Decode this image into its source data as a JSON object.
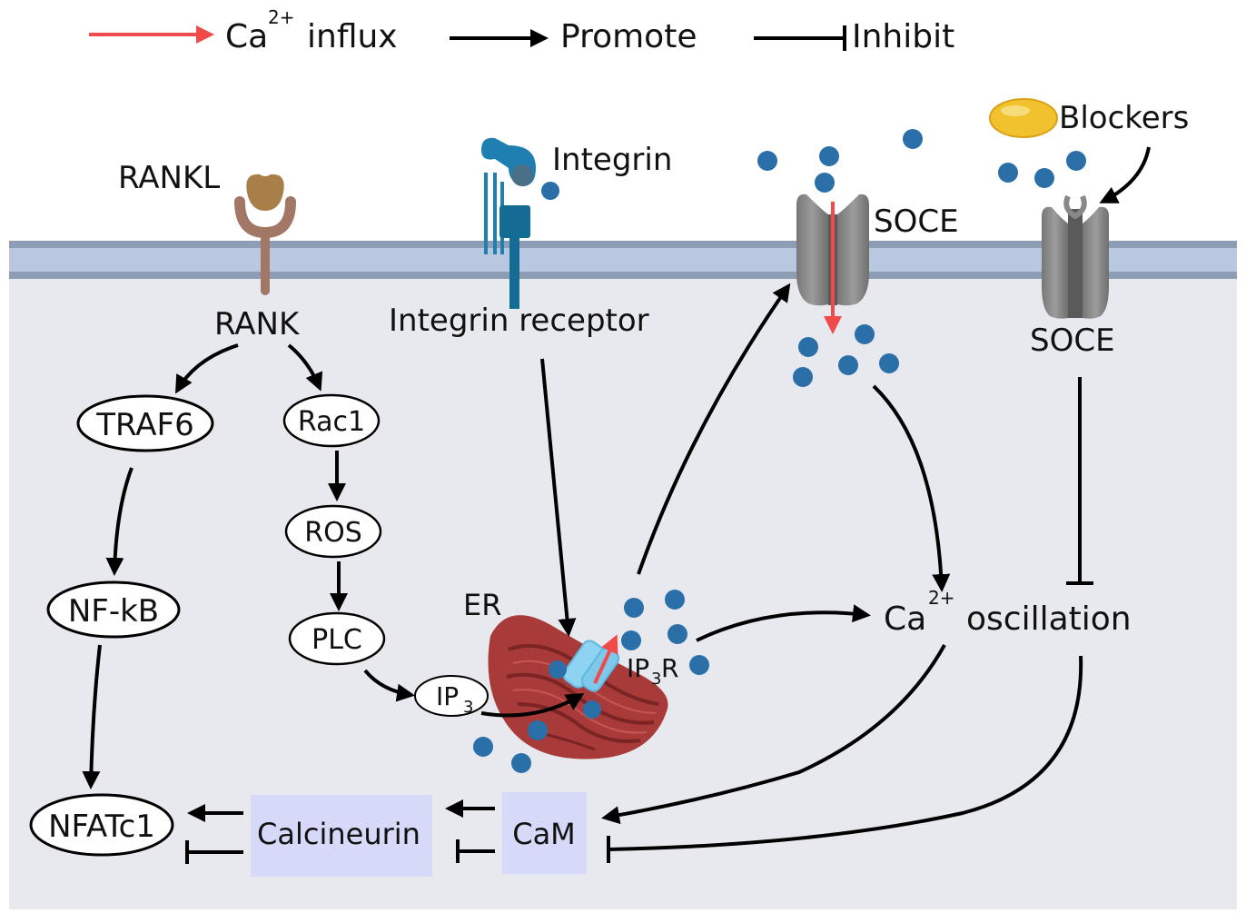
{
  "legend": {
    "influx_label": "Ca",
    "influx_sup": "2+",
    "influx_suffix": "influx",
    "promote_label": "Promote",
    "inhibit_label": "Inhibit"
  },
  "labels": {
    "rankl": "RANKL",
    "rank": "RANK",
    "integrin": "Integrin",
    "integrin_receptor": "Integrin receptor",
    "soce_top": "SOCE",
    "soce_right": "SOCE",
    "blockers": "Blockers",
    "er": "ER",
    "ip3r_main": "IP",
    "ip3r_sub": "3",
    "ip3r_end": "R",
    "oscillation_main": "Ca",
    "oscillation_sup": "2+",
    "oscillation_suffix": "oscillation"
  },
  "nodes": {
    "traf6": "TRAF6",
    "rac1": "Rac1",
    "ros": "ROS",
    "plc": "PLC",
    "ip3_main": "IP",
    "ip3_sub": "3",
    "nfkb": "NF-kB",
    "nfatc1": "NFATc1",
    "calcineurin": "Calcineurin",
    "cam": "CaM"
  },
  "colors": {
    "cytoplasm": "#e8e9ee",
    "membrane": "#b9c8e0",
    "membrane_edge": "#8d9db3",
    "calcium_ion": "#2b6fa8",
    "influx_arrow": "#f04a4a",
    "channel": "#8a8a8a",
    "er": "#a83a3a",
    "box_fill": "#d6daf8",
    "integrin": "#1e7fb0",
    "blocker": "#f2c12e",
    "rankl": "#a87f49",
    "rank": "#a37766"
  }
}
